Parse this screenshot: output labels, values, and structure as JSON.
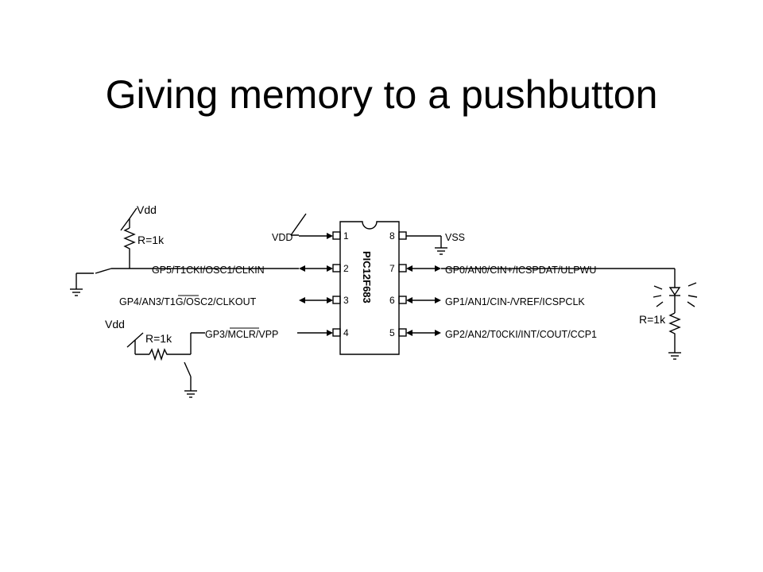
{
  "title": "Giving memory to a pushbutton",
  "schematic": {
    "chip_label": "PIC12F683",
    "left_pins": [
      {
        "num": "1",
        "label": "VDD"
      },
      {
        "num": "2",
        "label": "GP5/T1CKI/OSC1/CLKIN"
      },
      {
        "num": "3",
        "label": "GP4/AN3/T1G/OSC2/CLKOUT"
      },
      {
        "num": "4",
        "label": "GP3/MCLR/VPP"
      }
    ],
    "right_pins": [
      {
        "num": "8",
        "label": "VSS"
      },
      {
        "num": "7",
        "label": "GP0/AN0/CIN+/ICSPDAT/ULPWU"
      },
      {
        "num": "6",
        "label": "GP1/AN1/CIN-/VREF/ICSPCLK"
      },
      {
        "num": "5",
        "label": "GP2/AN2/T0CKI/INT/COUT/CCP1"
      }
    ],
    "vdd_top": "Vdd",
    "r_top": "R=1k",
    "vdd_bottom": "Vdd",
    "r_bottom": "R=1k",
    "r_led": "R=1k"
  }
}
